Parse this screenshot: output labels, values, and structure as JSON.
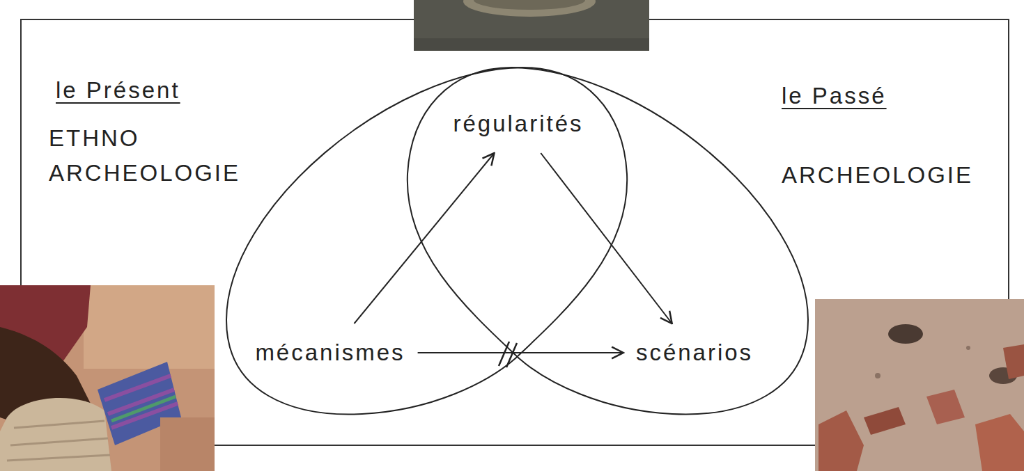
{
  "diagram": {
    "nodes": [
      {
        "text": [
          "régularités"
        ]
      },
      {
        "text": [
          "mécanismes"
        ]
      },
      {
        "text": [
          "scénarios"
        ]
      }
    ],
    "edges": [
      {
        "from": 1,
        "to": 0,
        "arrow": "to"
      },
      {
        "from": 0,
        "to": 2,
        "arrow": "to"
      },
      {
        "from": 1,
        "to": 2,
        "arrow": "to"
      }
    ],
    "labels": [
      "le Présent",
      "ETHNO ARCHEOLOGIE",
      "le Passé",
      "ARCHEOLOGIE"
    ]
  }
}
